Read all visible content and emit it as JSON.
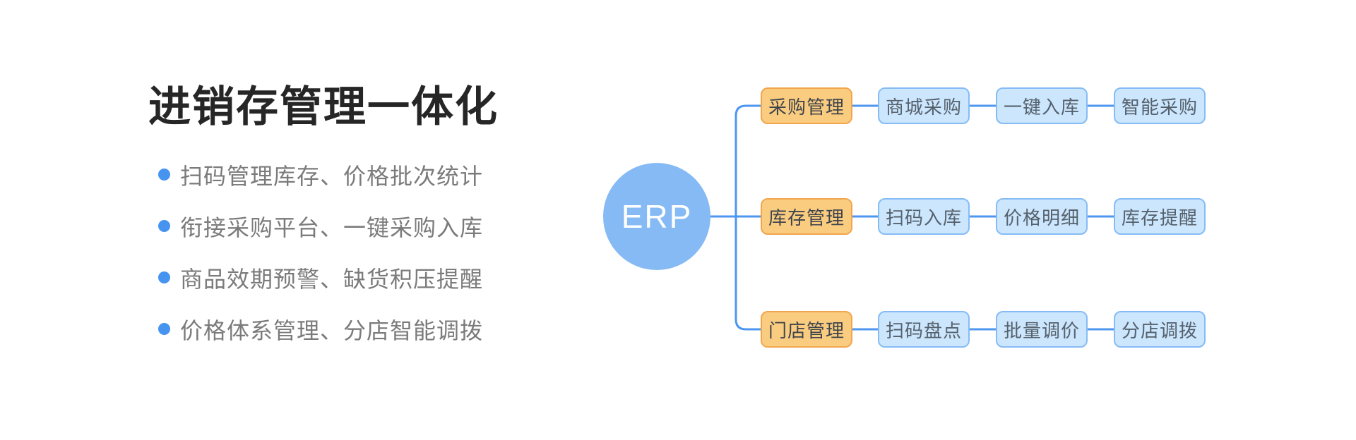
{
  "page": {
    "background": "#ffffff"
  },
  "left_panel": {
    "title": "进销存管理一体化",
    "title_color": "#262626",
    "bullet_color": "#4793f0",
    "text_color": "#7b7b7b",
    "bullets": [
      "扫码管理库存、价格批次统计",
      "衔接采购平台、一键采购入库",
      "商品效期预警、缺货积压提醒",
      "价格体系管理、分店智能调拨"
    ]
  },
  "diagram": {
    "root": {
      "label": "ERP",
      "fill": "#85baf4",
      "text_color": "#ffffff"
    },
    "line_color": "#4e96f0",
    "category_style": {
      "fill": "#facc80",
      "border": "#f1a64e",
      "text": "#3f444c"
    },
    "item_style": {
      "fill": "#cbe6fd",
      "border": "#85bcf5",
      "text": "#56616c"
    },
    "branches": [
      {
        "category": {
          "label": "采购管理"
        },
        "items": [
          {
            "label": "商城采购"
          },
          {
            "label": "一键入库"
          },
          {
            "label": "智能采购"
          }
        ]
      },
      {
        "category": {
          "label": "库存管理"
        },
        "items": [
          {
            "label": "扫码入库"
          },
          {
            "label": "价格明细"
          },
          {
            "label": "库存提醒"
          }
        ]
      },
      {
        "category": {
          "label": "门店管理"
        },
        "items": [
          {
            "label": "扫码盘点"
          },
          {
            "label": "批量调价"
          },
          {
            "label": "分店调拨"
          }
        ]
      }
    ]
  }
}
